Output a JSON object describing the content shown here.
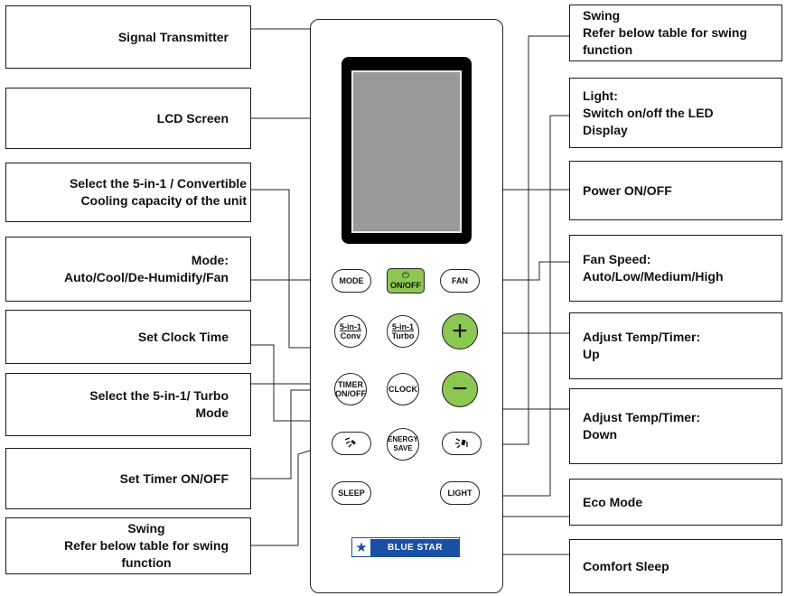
{
  "callouts": {
    "signal_transmitter": "Signal Transmitter",
    "lcd_screen": "LCD Screen",
    "select_conv": "Select the 5-in-1 / Convertible\nCooling capacity of the unit",
    "mode": "Mode:\nAuto/Cool/De-Humidify/Fan",
    "set_clock": "Set Clock Time",
    "select_turbo": "Select the 5-in-1/ Turbo\nMode",
    "set_timer": "Set Timer ON/OFF",
    "swing_left": "Swing\nRefer below table for swing\nfunction",
    "swing_right": "Swing\nRefer below table for swing\nfunction",
    "light": "Light:\nSwitch on/off the LED\nDisplay",
    "power": "Power ON/OFF",
    "fan_speed": "Fan Speed:\nAuto/Low/Medium/High",
    "temp_up": "Adjust Temp/Timer:\nUp",
    "temp_down": "Adjust Temp/Timer:\nDown",
    "eco": "Eco Mode",
    "comfort_sleep": "Comfort Sleep"
  },
  "buttons": {
    "mode": "MODE",
    "power_symbol": "⏻",
    "power": "ON/OFF",
    "fan": "FAN",
    "conv_top": "5-in-1",
    "conv_bottom": "Conv",
    "turbo_top": "5-in-1",
    "turbo_bottom": "Turbo",
    "plus": "+",
    "minus": "−",
    "timer_top": "TIMER",
    "timer_bottom": "ON/OFF",
    "clock": "CLOCK",
    "energy_top": "ENERGY",
    "energy_bottom": "SAVE",
    "sleep": "SLEEP",
    "light": "LIGHT"
  },
  "brand": {
    "star": "★",
    "name": "BLUE STAR",
    "color": "#1a4fa3"
  },
  "colors": {
    "green_button": "#8cc751",
    "lcd": "#999999"
  }
}
